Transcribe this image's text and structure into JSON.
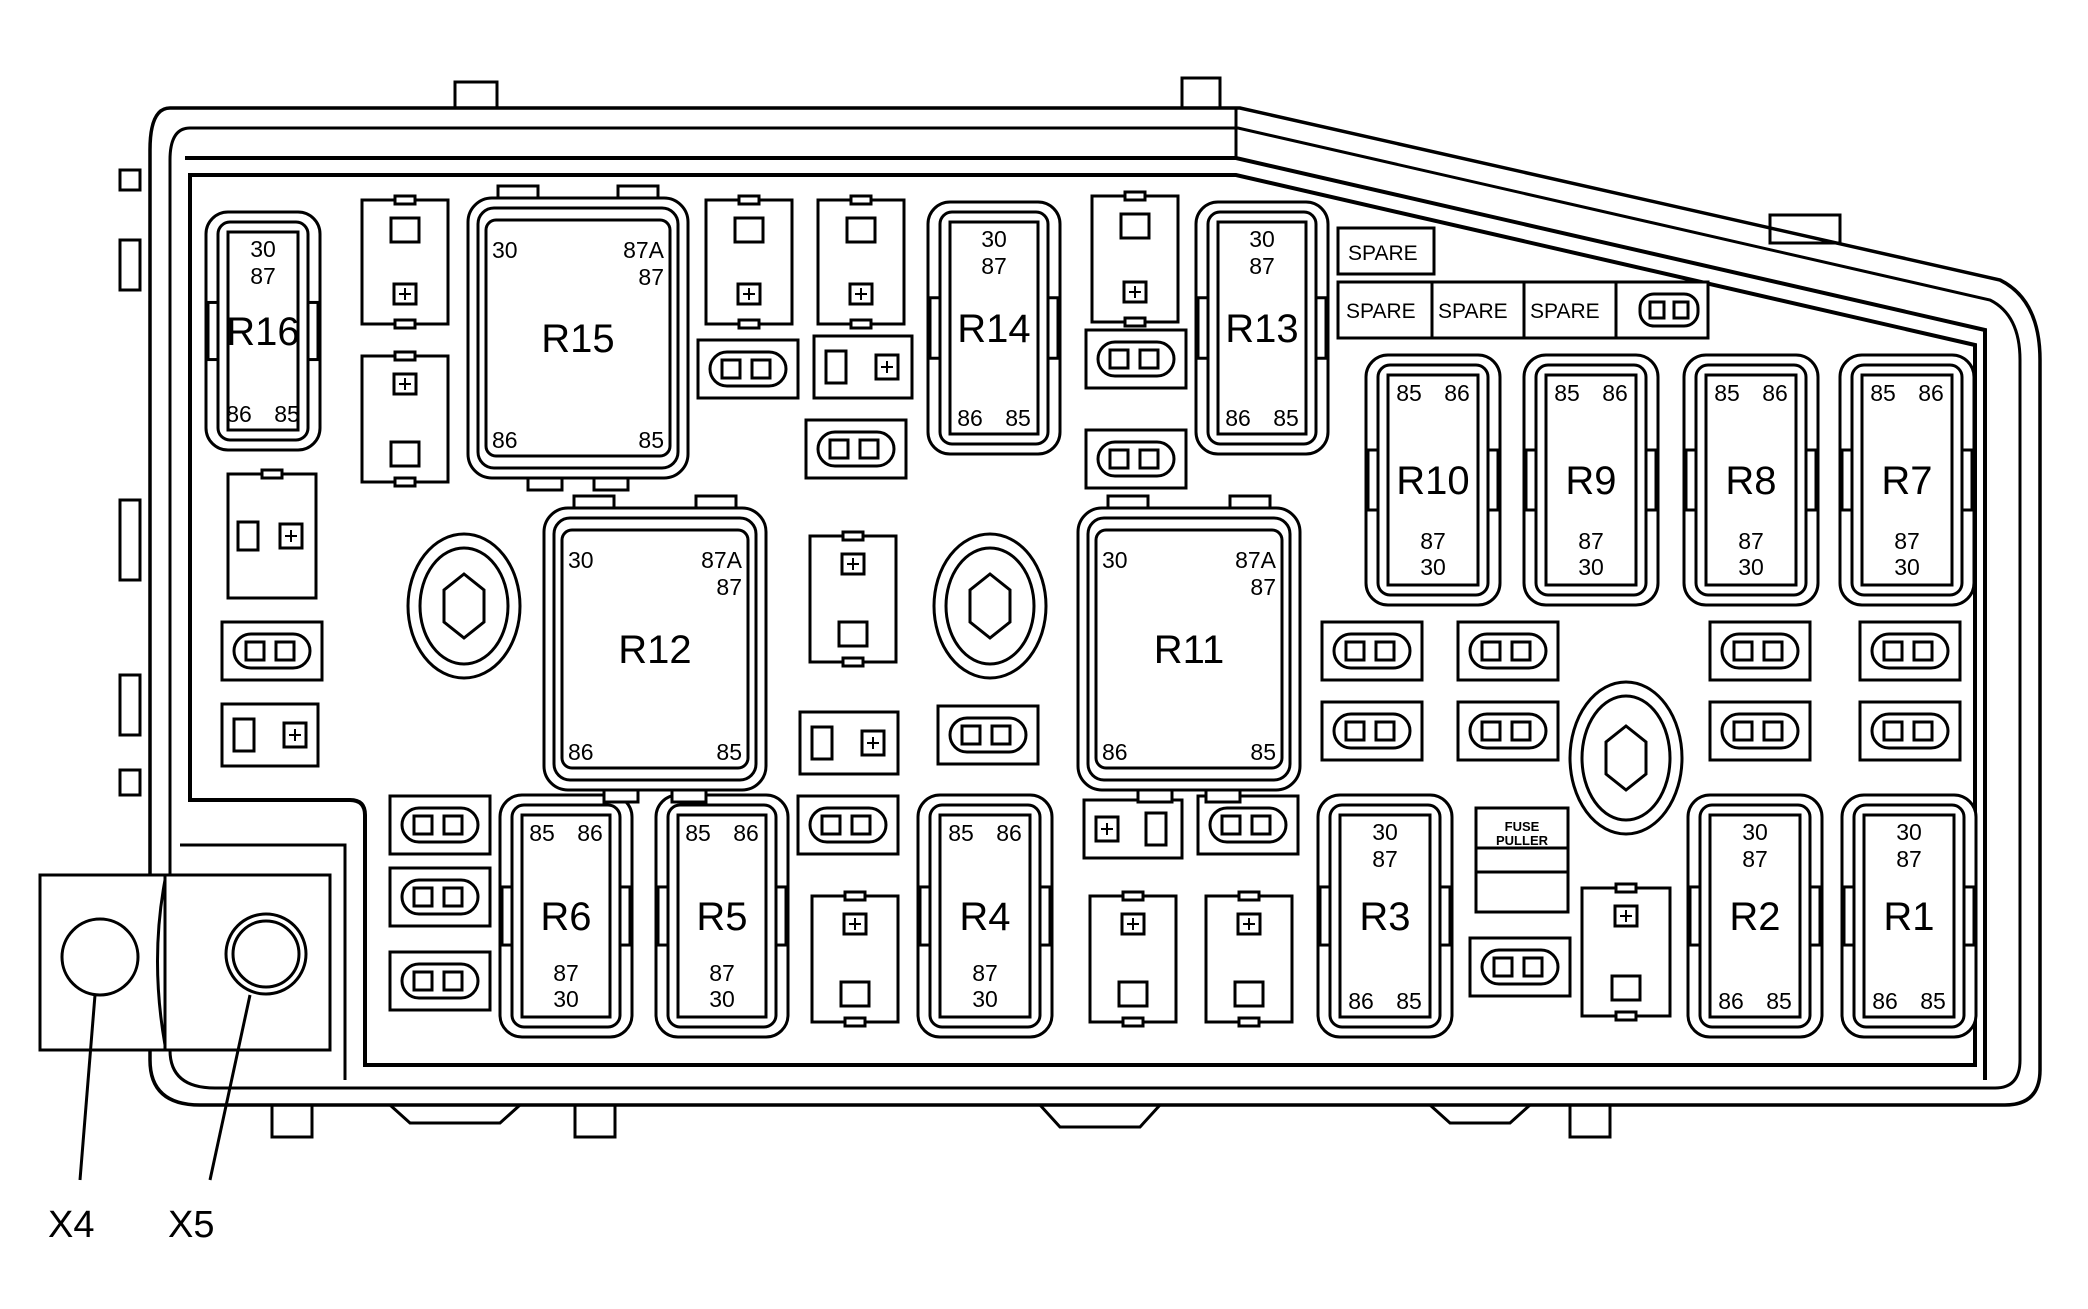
{
  "spare_labels": [
    "SPARE",
    "SPARE",
    "SPARE",
    "SPARE"
  ],
  "fuse_puller": {
    "line1": "FUSE",
    "line2": "PULLER"
  },
  "connectors": [
    {
      "name": "x4",
      "label": "X4"
    },
    {
      "name": "x5",
      "label": "X5"
    }
  ],
  "mini_relays": [
    {
      "name": "r16",
      "label": "R16",
      "pin_top_left": "30",
      "pin_top_right": "",
      "pin_top_2": "87",
      "pin_bot_left": "86",
      "pin_bot_right": "85"
    },
    {
      "name": "r14",
      "label": "R14",
      "pin_top_left": "30",
      "pin_top_right": "",
      "pin_top_2": "87",
      "pin_bot_left": "86",
      "pin_bot_right": "85"
    },
    {
      "name": "r13",
      "label": "R13",
      "pin_top_left": "30",
      "pin_top_right": "",
      "pin_top_2": "87",
      "pin_bot_left": "86",
      "pin_bot_right": "85"
    },
    {
      "name": "r10",
      "label": "R10",
      "pin_top_left": "85",
      "pin_top_right": "86",
      "pin_bot_1": "87",
      "pin_bot_2": "30"
    },
    {
      "name": "r9",
      "label": "R9",
      "pin_top_left": "85",
      "pin_top_right": "86",
      "pin_bot_1": "87",
      "pin_bot_2": "30"
    },
    {
      "name": "r8",
      "label": "R8",
      "pin_top_left": "85",
      "pin_top_right": "86",
      "pin_bot_1": "87",
      "pin_bot_2": "30"
    },
    {
      "name": "r7",
      "label": "R7",
      "pin_top_left": "85",
      "pin_top_right": "86",
      "pin_bot_1": "87",
      "pin_bot_2": "30"
    },
    {
      "name": "r6",
      "label": "R6",
      "pin_top_left": "85",
      "pin_top_right": "86",
      "pin_bot_1": "87",
      "pin_bot_2": "30"
    },
    {
      "name": "r5",
      "label": "R5",
      "pin_top_left": "85",
      "pin_top_right": "86",
      "pin_bot_1": "87",
      "pin_bot_2": "30"
    },
    {
      "name": "r4",
      "label": "R4",
      "pin_top_left": "85",
      "pin_top_right": "86",
      "pin_bot_1": "87",
      "pin_bot_2": "30"
    },
    {
      "name": "r3",
      "label": "R3",
      "pin_top_left": "30",
      "pin_top_2": "87",
      "pin_bot_left": "86",
      "pin_bot_right": "85"
    },
    {
      "name": "r2",
      "label": "R2",
      "pin_top_left": "30",
      "pin_top_2": "87",
      "pin_bot_left": "86",
      "pin_bot_right": "85"
    },
    {
      "name": "r1",
      "label": "R1",
      "pin_top_left": "30",
      "pin_top_2": "87",
      "pin_bot_left": "86",
      "pin_bot_right": "85"
    }
  ],
  "large_relays": [
    {
      "name": "r15",
      "label": "R15",
      "pin_tl": "30",
      "pin_tr": "87A",
      "pin_tr2": "87",
      "pin_bl": "86",
      "pin_br": "85"
    },
    {
      "name": "r12",
      "label": "R12",
      "pin_tl": "30",
      "pin_tr": "87A",
      "pin_tr2": "87",
      "pin_bl": "86",
      "pin_br": "85"
    },
    {
      "name": "r11",
      "label": "R11",
      "pin_tl": "30",
      "pin_tr": "87A",
      "pin_tr2": "87",
      "pin_bl": "86",
      "pin_br": "85"
    }
  ]
}
